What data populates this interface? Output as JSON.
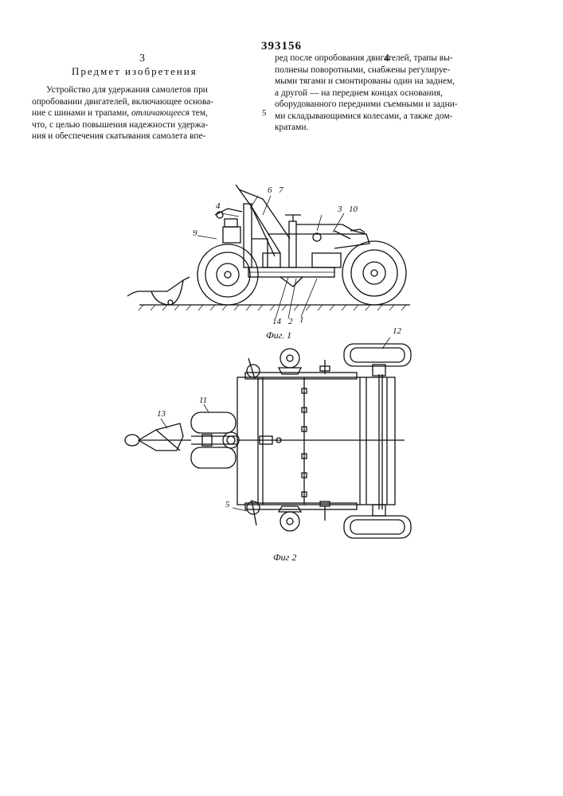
{
  "header": {
    "patent_number": "393156",
    "left_column_number": "3",
    "right_column_number": "4",
    "section_heading": "Предмет изобретения"
  },
  "left_column": {
    "lines": [
      "Устройство для удержания самолетов при",
      "опробовании двигателей, включающее основа-",
      "ние с шинами и трапами, отличающееся тем,",
      "что, с целью повышения надежности удержа-",
      "ния и обеспечения скатывания самолета впе-"
    ]
  },
  "line_marker": "5",
  "right_column": {
    "lines": [
      "ред после опробования двигателей, трапы вы-",
      "полнены поворотными, снабжены регулируе-",
      "мыми тягами и смонтированы один на заднем,",
      "а другой — на переднем концах основания,",
      "оборудованного передними съемными и задни-",
      "ми складывающимися колесами, а также дом-",
      "кратами."
    ]
  },
  "figure1": {
    "caption": "Фиг. 1",
    "labels": {
      "n6": "6",
      "n7": "7",
      "n4": "4",
      "n3": "3",
      "n10": "10",
      "n9": "9",
      "n14": "14",
      "n2": "2",
      "n1": "1"
    }
  },
  "figure2": {
    "caption": "Фиг 2",
    "labels": {
      "n12": "12",
      "n11": "11",
      "n13": "13",
      "n5": "5"
    }
  }
}
